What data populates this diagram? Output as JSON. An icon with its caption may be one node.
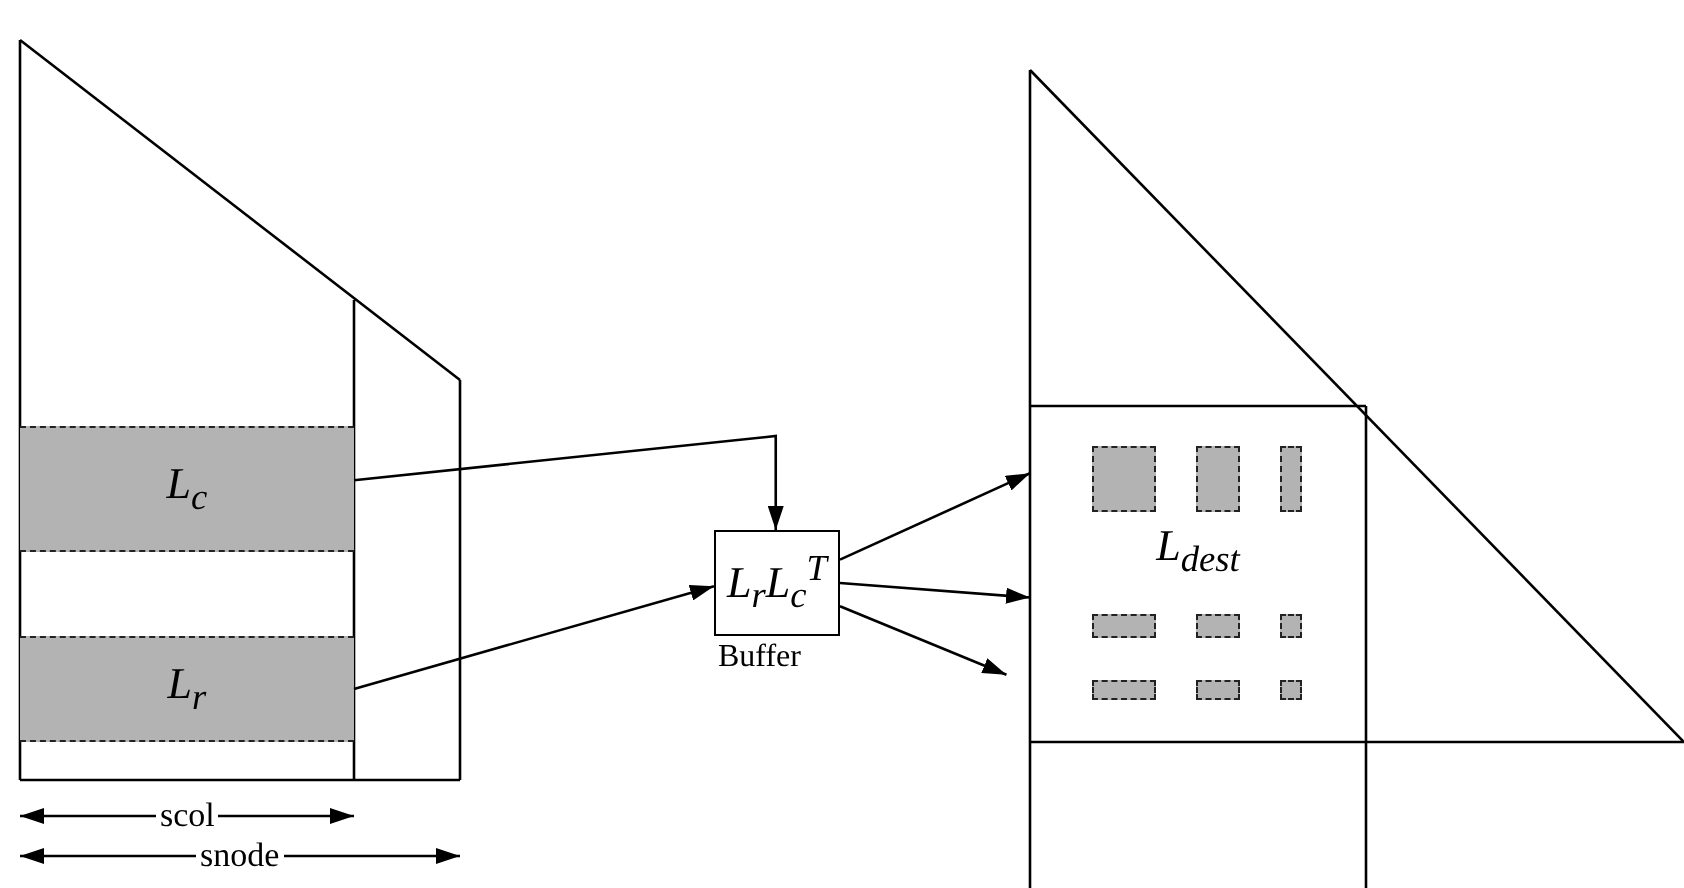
{
  "diagram": {
    "nodes": [
      {
        "text": [
          "L$_{c}$"
        ]
      },
      {
        "text": [
          "L$_{r}$"
        ]
      },
      {
        "text": [
          "L$_{r}$L$_{c}$$^{T}$"
        ],
        "beside": [
          "Buffer"
        ]
      },
      {
        "text": [
          "L$_{dest}$"
        ]
      },
      {
        "text": [],
        "shape": "box",
        "in": 3
      },
      {
        "text": [],
        "shape": "box",
        "in": 3
      },
      {
        "text": [],
        "shape": "box",
        "in": 3
      },
      {
        "text": [],
        "shape": "box",
        "in": 3
      },
      {
        "text": [],
        "shape": "box",
        "in": 3
      },
      {
        "text": [],
        "shape": "box",
        "in": 3
      },
      {
        "text": [],
        "shape": "box",
        "in": 3
      },
      {
        "text": [],
        "shape": "box",
        "in": 3
      },
      {
        "text": [],
        "shape": "box",
        "in": 3
      }
    ],
    "edges": [
      {
        "from": 0,
        "to": 2,
        "arrow": "to"
      },
      {
        "from": 1,
        "to": 2,
        "arrow": "to"
      },
      {
        "from": 2,
        "to": 3,
        "arrow": "to"
      },
      {
        "from": 2,
        "to": 3,
        "arrow": "to"
      },
      {
        "from": 2,
        "to": 3,
        "arrow": "to"
      }
    ],
    "labels": [
      "scol",
      "snode"
    ]
  }
}
